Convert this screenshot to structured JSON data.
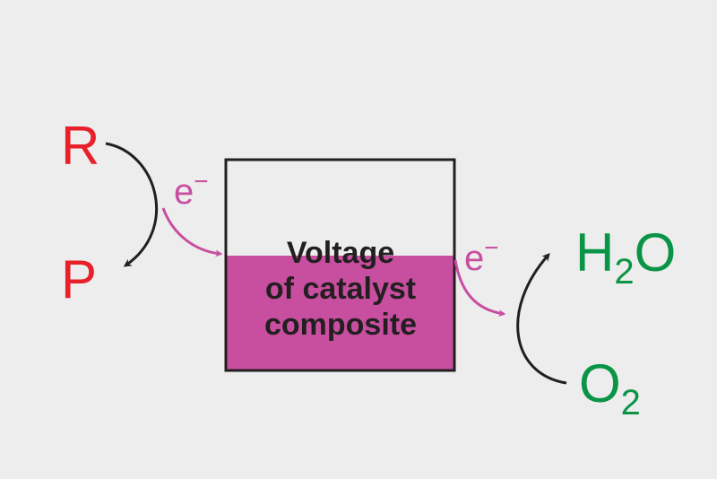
{
  "reactant": "R",
  "product": "P",
  "electron_left": {
    "symbol": "e",
    "charge": "−"
  },
  "electron_right": {
    "symbol": "e",
    "charge": "−"
  },
  "box_label": [
    "Voltage",
    "of catalyst",
    "composite"
  ],
  "water": {
    "prefix": "H",
    "subscript": "2",
    "suffix": "O"
  },
  "oxygen": {
    "prefix": "O",
    "subscript": "2"
  },
  "colors": {
    "background": "#ededed",
    "reactant_product": "#e8202a",
    "electron": "#c84ea0",
    "fill": "#c84ea0",
    "water_oxygen": "#0a9446",
    "arrow": "#231f20"
  }
}
